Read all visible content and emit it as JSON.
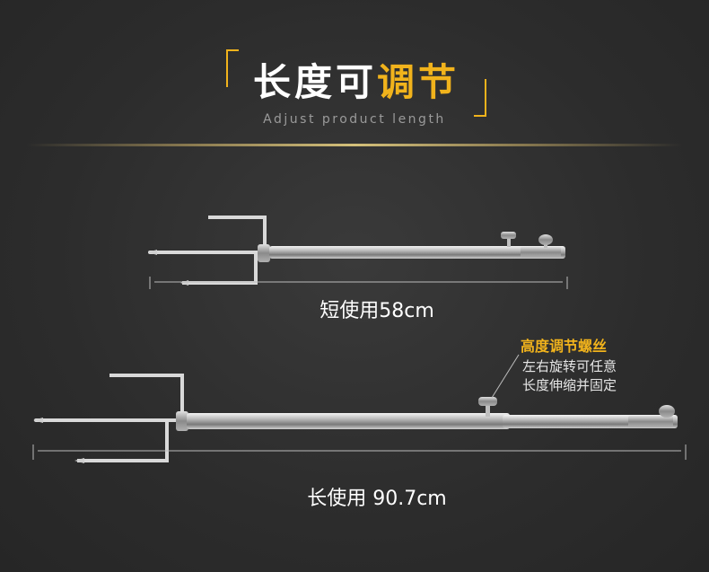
{
  "header": {
    "title_white": "长度可",
    "title_yellow": "调节",
    "subtitle": "Adjust product length"
  },
  "short_fork": {
    "label": "短使用58cm"
  },
  "long_fork": {
    "label": "长使用 90.7cm"
  },
  "annotation": {
    "title": "高度调节螺丝",
    "line1": "左右旋转可任意",
    "line2": "长度伸缩并固定"
  },
  "colors": {
    "accent": "#f1b31c",
    "background": "#2e2e2e",
    "text": "#ffffff"
  }
}
